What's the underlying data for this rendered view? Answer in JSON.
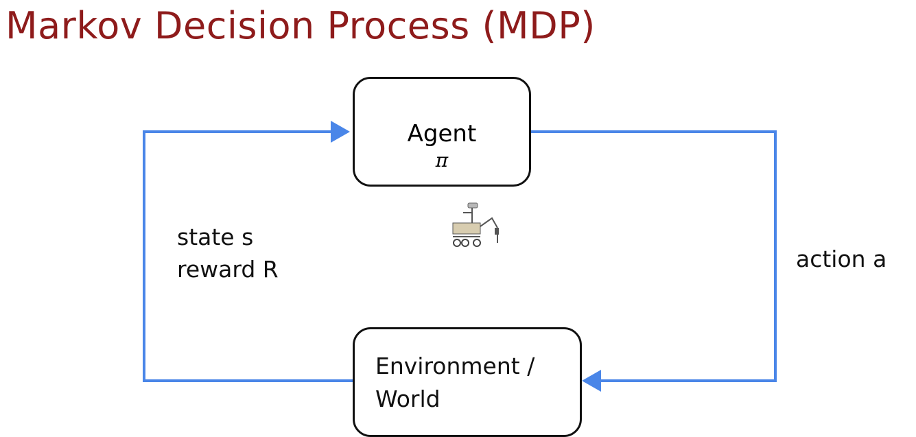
{
  "title": "Markov Decision Process (MDP)",
  "agent": {
    "label": "Agent",
    "policy": "π"
  },
  "environment": {
    "line1": "Environment /",
    "line2": "World"
  },
  "feedback": {
    "state": "state s",
    "reward": "reward R"
  },
  "action": "action a",
  "colors": {
    "title": "#8e1b1b",
    "arrow": "#4a86e8"
  },
  "icons": {
    "agent": "mars-rover-icon"
  }
}
